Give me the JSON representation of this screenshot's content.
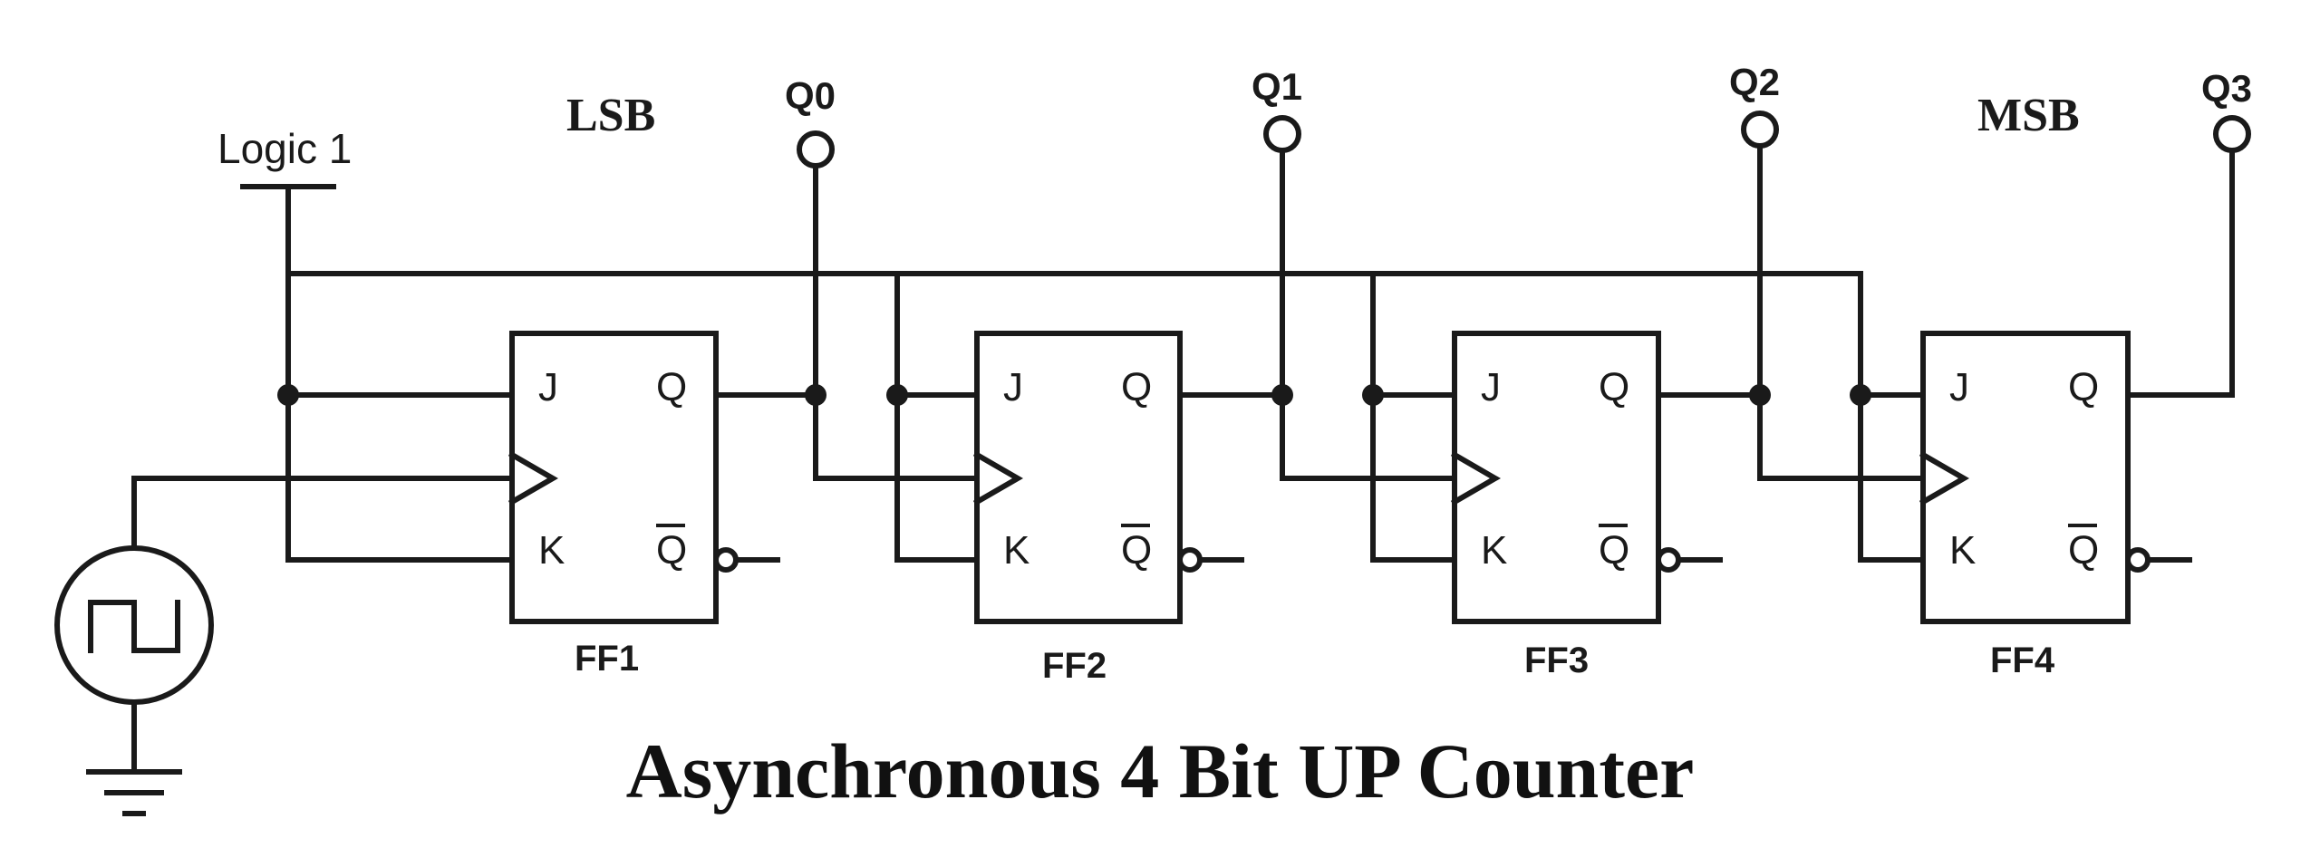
{
  "title": "Asynchronous 4 Bit UP Counter",
  "logic_source": "Logic 1",
  "lsb_label": "LSB",
  "msb_label": "MSB",
  "pins": {
    "j": "J",
    "k": "K",
    "q": "Q",
    "qbar": "Q"
  },
  "flip_flops": [
    {
      "name": "FF1",
      "output": "Q0"
    },
    {
      "name": "FF2",
      "output": "Q1"
    },
    {
      "name": "FF3",
      "output": "Q2"
    },
    {
      "name": "FF4",
      "output": "Q3"
    }
  ]
}
